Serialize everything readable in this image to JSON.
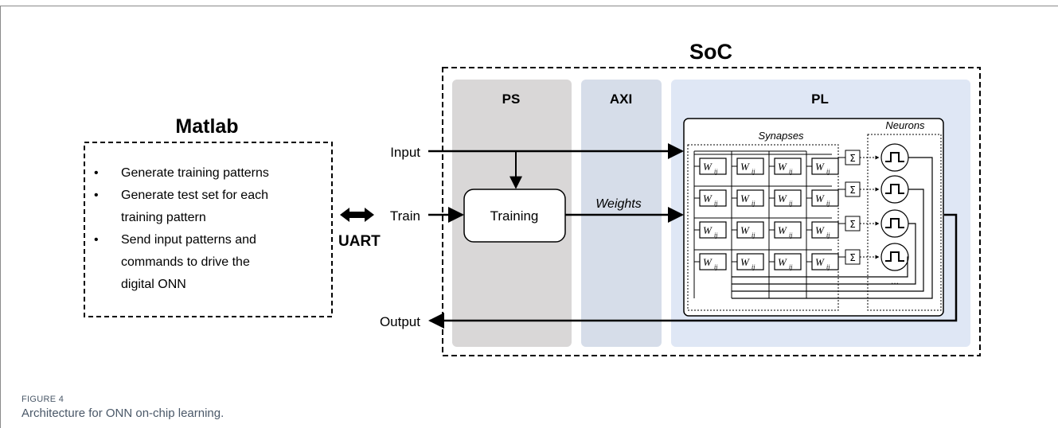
{
  "figure": {
    "label": "FIGURE 4",
    "caption": "Architecture for ONN on-chip learning."
  },
  "diagram": {
    "matlab": {
      "title": "Matlab",
      "bullets": [
        "Generate training patterns",
        "Generate test set for each training pattern",
        "Send input patterns and commands to drive the digital ONN"
      ],
      "bullet_lines": [
        "Generate training patterns",
        "Generate test set for each",
        "training pattern",
        "Send input patterns and",
        "commands to drive the",
        "digital ONN"
      ]
    },
    "link": "UART",
    "soc": {
      "title": "SoC"
    },
    "blocks": {
      "ps": "PS",
      "axi": "AXI",
      "pl": "PL"
    },
    "signals": {
      "input": "Input",
      "train": "Train",
      "output": "Output",
      "weights": "Weights"
    },
    "training": "Training",
    "onn": {
      "synapses": "Synapses",
      "neurons": "Neurons",
      "weight_symbol": "W",
      "weight_subscript": "ij",
      "sum_symbol": "Σ",
      "ellipsis": "..."
    },
    "colors": {
      "ps_fill": "#d9d7d7",
      "axi_fill": "#d6dde9",
      "pl_fill": "#dfe7f5",
      "line": "#000000",
      "caption": "#4a5868"
    }
  }
}
